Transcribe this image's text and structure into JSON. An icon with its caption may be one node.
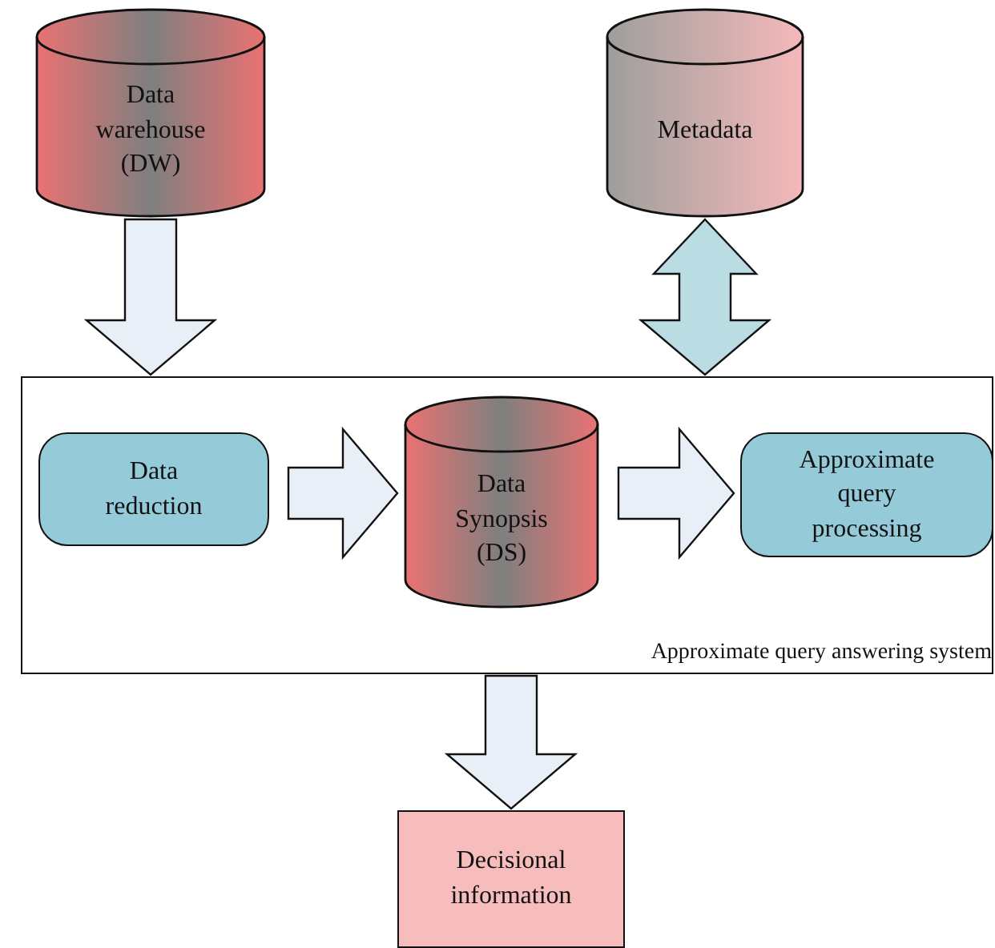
{
  "diagram": {
    "nodes": [
      {
        "text": [
          "Data warehouse (DW)"
        ]
      },
      {
        "text": [
          "Metadata"
        ]
      },
      {
        "text": [
          "Approximate query answering system"
        ]
      },
      {
        "text": [
          "Data reduction"
        ],
        "in": 2
      },
      {
        "text": [
          "Data Synopsis (DS)"
        ],
        "in": 2
      },
      {
        "text": [
          "Approximate query processing"
        ],
        "in": 2
      },
      {
        "text": [
          "Decisional information"
        ]
      }
    ],
    "edges": [
      {
        "from": 0,
        "to": 2,
        "arrow": "to"
      },
      {
        "from": 1,
        "to": 2,
        "arrow": "both",
        "color": "#b9dde2"
      },
      {
        "from": 3,
        "to": 4,
        "arrow": "to"
      },
      {
        "from": 4,
        "to": 5,
        "arrow": "to"
      },
      {
        "from": 2,
        "to": 6,
        "arrow": "to"
      }
    ]
  }
}
